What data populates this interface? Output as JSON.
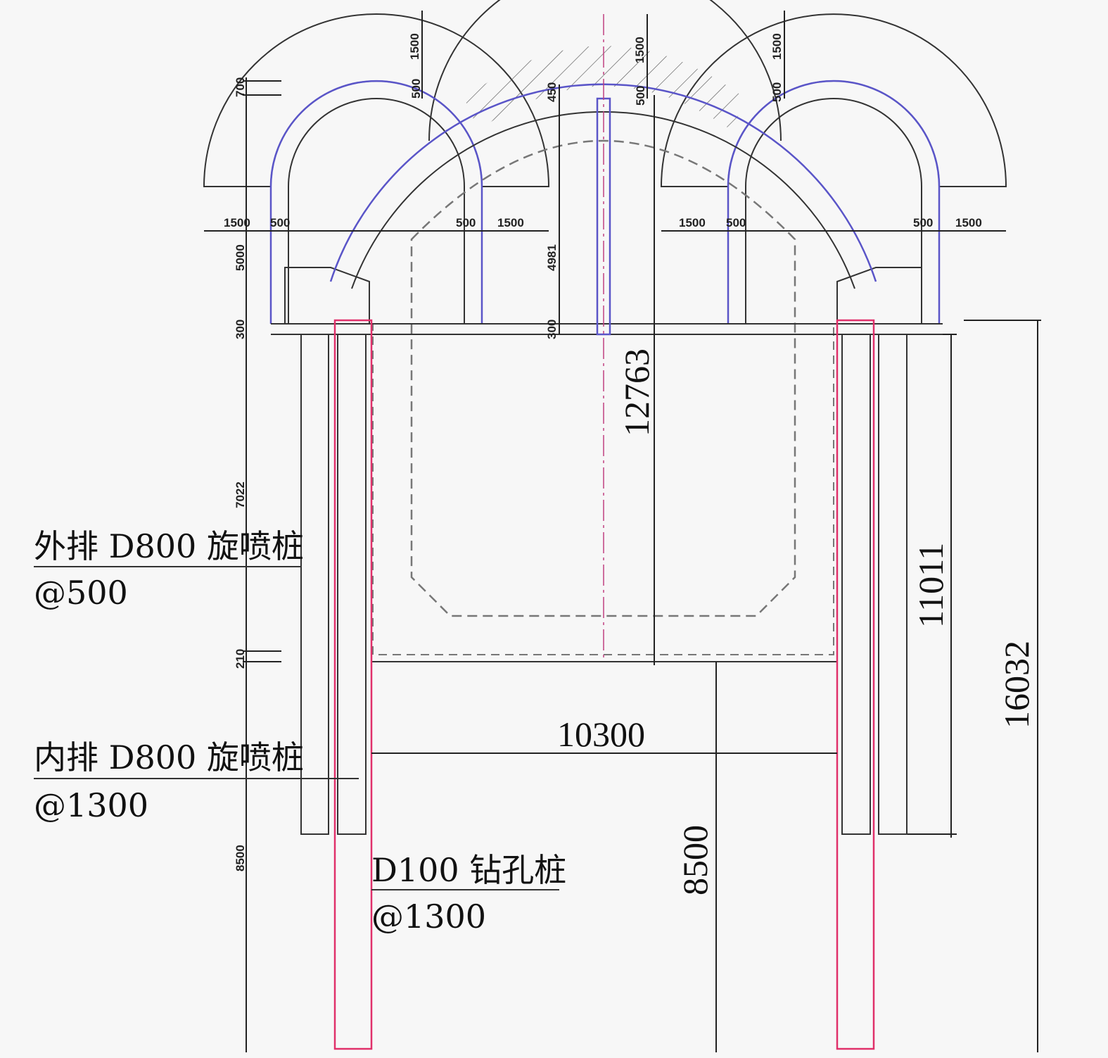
{
  "dimensions": {
    "arch_overburden": [
      "1500",
      "1500",
      "1500"
    ],
    "arch_thickness": [
      "700",
      "500",
      "450",
      "500",
      "500"
    ],
    "arch_widths": [
      "1500",
      "500",
      "500",
      "1500",
      "1500",
      "500",
      "500",
      "1500"
    ],
    "side_height": "5000",
    "crown_rise": "4981",
    "slab_left": "300",
    "slab_mid": "300",
    "wall_height": "7022",
    "floor_thickness": "210",
    "pile_embed_left": "8500",
    "tunnel_height": "12763",
    "tunnel_width": "10300",
    "pile_embed": "8500",
    "jet_pile_length": "11011",
    "total_height": "16032"
  },
  "annotations": {
    "outer_jet_line1": "外排 D800 旋喷桩",
    "outer_jet_line2": "@500",
    "inner_jet_line1": "内排 D800 旋喷桩",
    "inner_jet_line2": "@1300",
    "bored_pile_line1": "D100 钻孔桩",
    "bored_pile_line2": "@1300"
  },
  "colors": {
    "lining": "#5a55c8",
    "pile": "#e0306a",
    "line": "#333333"
  }
}
